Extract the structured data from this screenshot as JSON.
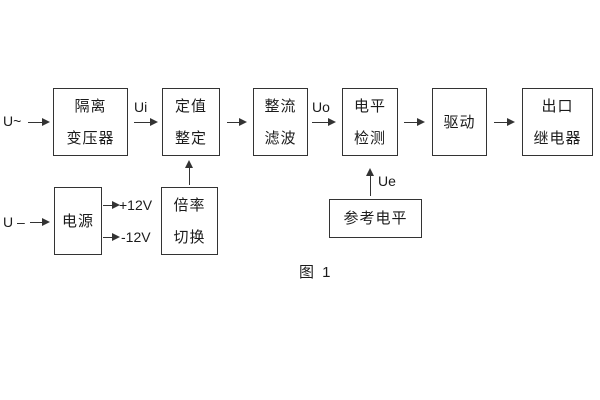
{
  "diagram": {
    "caption": "图 1",
    "boxes": {
      "transformer": {
        "line1": "隔离",
        "line2": "变压器"
      },
      "setting": {
        "line1": "定值",
        "line2": "整定"
      },
      "rectifier": {
        "line1": "整流",
        "line2": "滤波"
      },
      "level": {
        "line1": "电平",
        "line2": "检测"
      },
      "drive": {
        "line1": "驱动"
      },
      "relay": {
        "line1": "出口",
        "line2": "继电器"
      },
      "power": {
        "line1": "电源"
      },
      "ratio": {
        "line1": "倍率",
        "line2": "切换"
      },
      "reference": {
        "line1": "参考电平"
      }
    },
    "labels": {
      "u_ac": "U~",
      "ui": "Ui",
      "uo": "Uo",
      "u_dc": "U –",
      "plus12": "+12V",
      "minus12": "-12V",
      "ue": "Ue"
    },
    "colors": {
      "line": "#333333",
      "text": "#1b1b1b",
      "background": "#ffffff"
    }
  }
}
